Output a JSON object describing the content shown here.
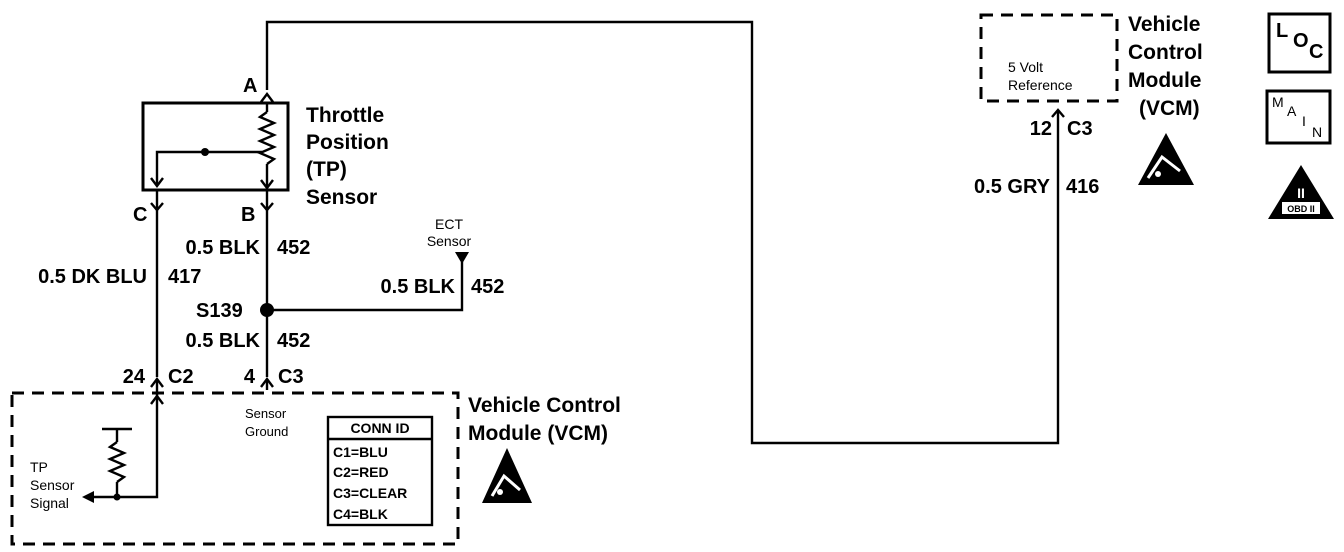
{
  "tp_sensor": {
    "title_lines": [
      "Throttle",
      "Position",
      "(TP)",
      "Sensor"
    ],
    "pin_a": "A",
    "pin_b": "B",
    "pin_c": "C"
  },
  "wires": {
    "w_417_color": "0.5 DK BLU",
    "w_417_circuit": "417",
    "w_452_top_color": "0.5 BLK",
    "w_452_top_circuit": "452",
    "w_452_mid_color": "0.5 BLK",
    "w_452_mid_circuit": "452",
    "w_452_ect_color": "0.5 BLK",
    "w_452_ect_circuit": "452",
    "w_416_color": "0.5 GRY",
    "w_416_circuit": "416"
  },
  "splice": {
    "label": "S139"
  },
  "ect_sensor": {
    "lines": [
      "ECT",
      "Sensor"
    ]
  },
  "vcm_bottom": {
    "pin_24": "24",
    "conn_c2": "C2",
    "pin_4": "4",
    "conn_c3": "C3",
    "sensor_ground_lines": [
      "Sensor",
      "Ground"
    ],
    "tp_signal_lines": [
      "TP",
      "Sensor",
      "Signal"
    ],
    "title_lines": [
      "Vehicle Control",
      "Module (VCM)"
    ],
    "conn_id": {
      "header": "CONN ID",
      "rows": [
        "C1=BLU",
        "C2=RED",
        "C3=CLEAR",
        "C4=BLK"
      ]
    }
  },
  "vcm_top": {
    "ref_lines": [
      "5 Volt",
      "Reference"
    ],
    "pin_12": "12",
    "conn_c3": "C3",
    "title_lines": [
      "Vehicle",
      "Control",
      "Module",
      "(VCM)"
    ]
  },
  "legend_icons": {
    "loc": [
      "L",
      "O",
      "C"
    ],
    "main": [
      "M",
      "A",
      "I",
      "N"
    ],
    "obd": [
      "II",
      "OBD II"
    ]
  }
}
